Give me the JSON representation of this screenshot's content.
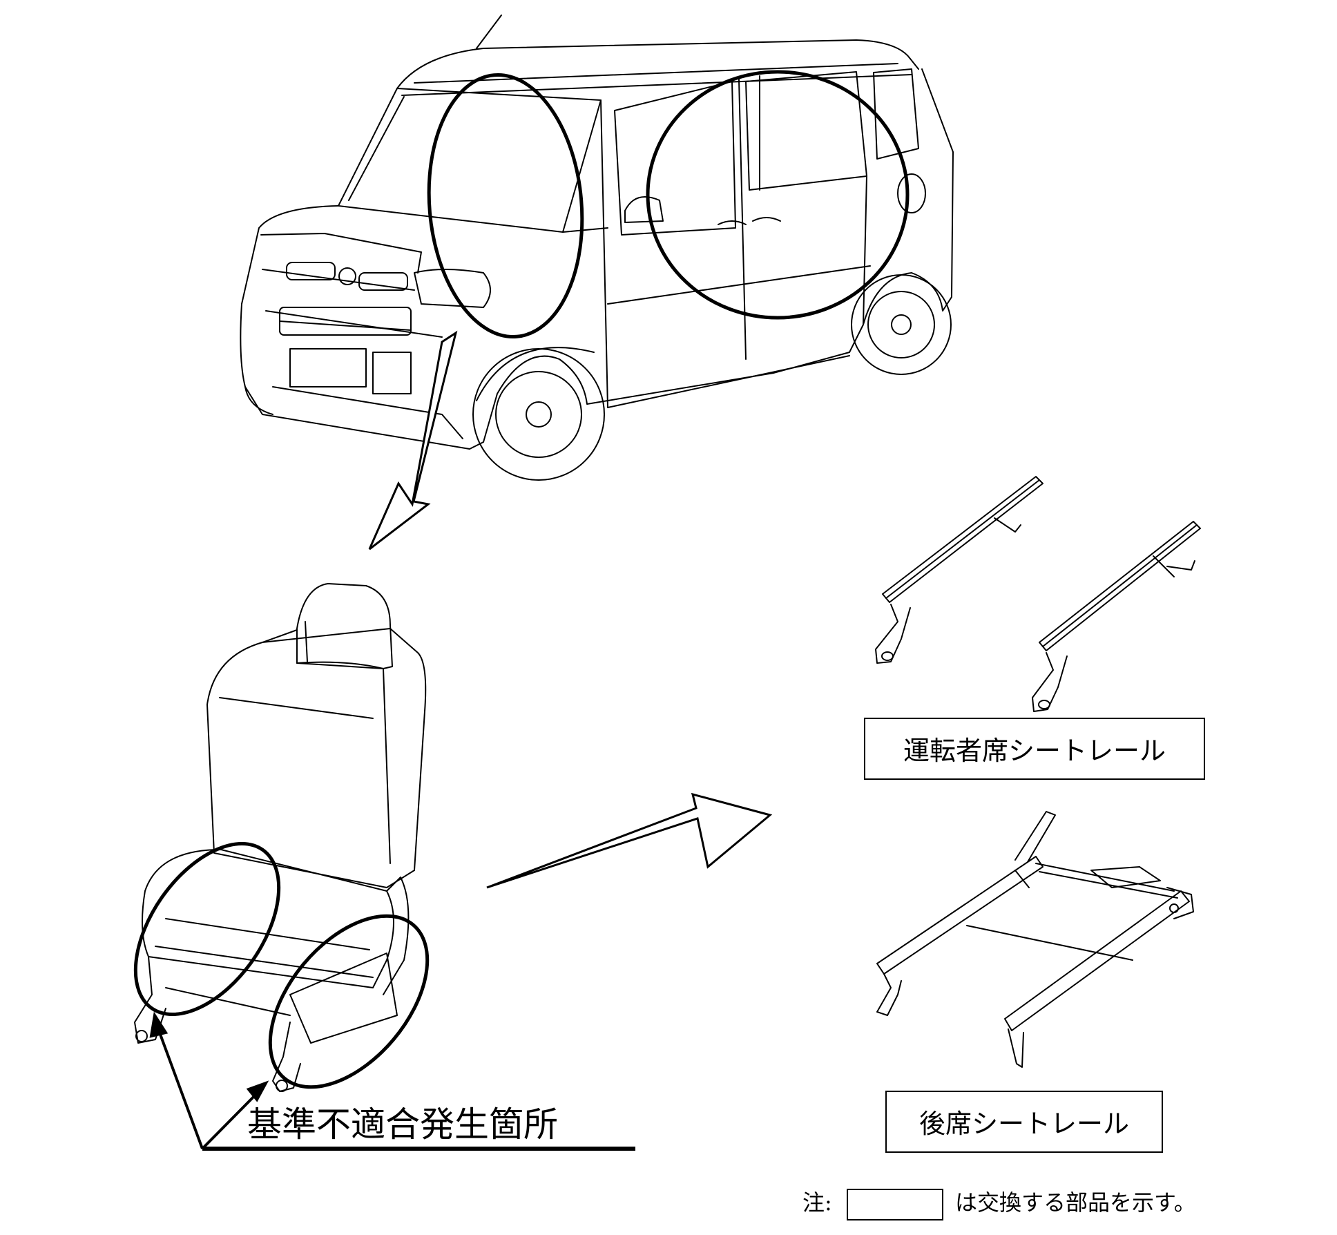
{
  "labels": {
    "driver_seat_rail": "運転者席シートレール",
    "rear_seat_rail": "後席シートレール",
    "nonconformity_location": "基準不適合発生箇所"
  },
  "note": {
    "prefix": "注:",
    "suffix": "は交換する部品を示す。"
  },
  "colors": {
    "line": "#000000",
    "background": "#ffffff"
  }
}
